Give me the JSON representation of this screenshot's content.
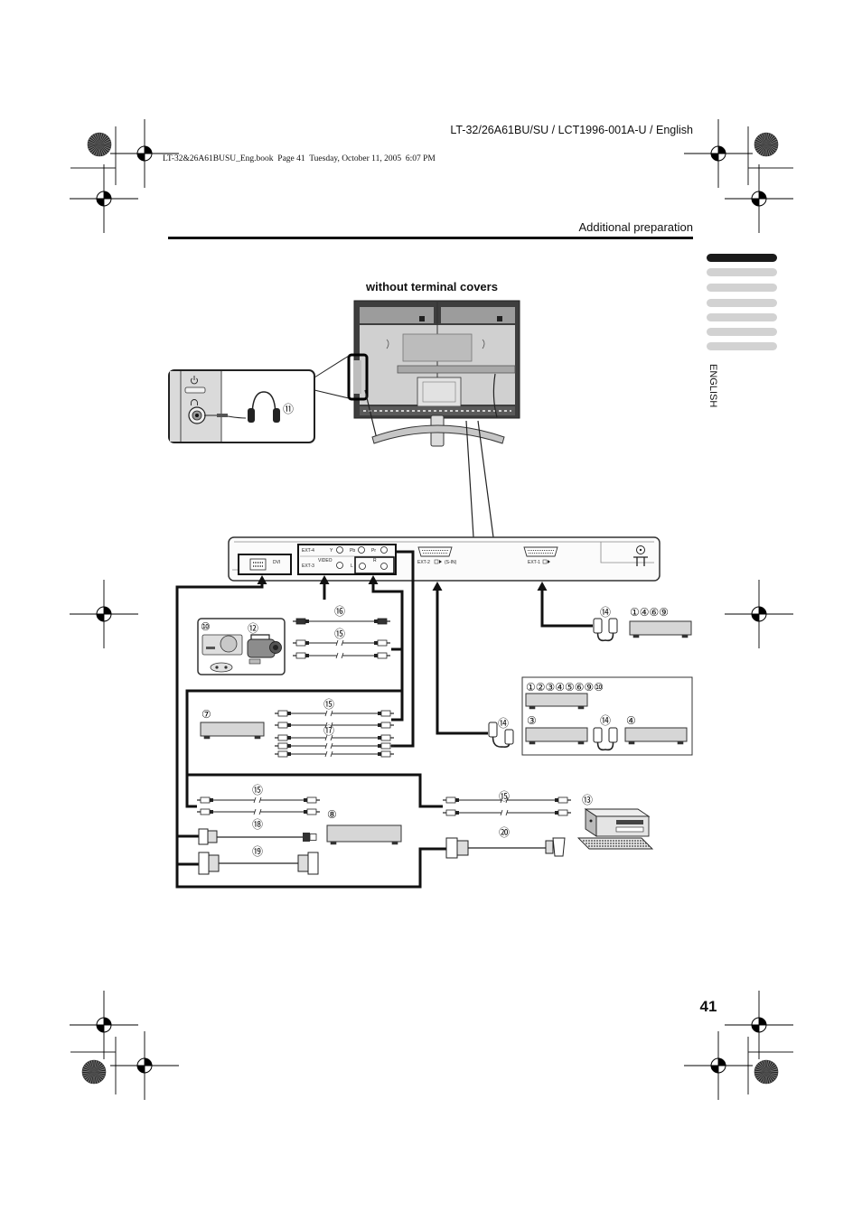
{
  "header": {
    "model_line": "LT-32/26A61BU/SU / LCT1996-001A-U / English",
    "book_info": "LT-32&26A61BUSU_Eng.book  Page 41  Tuesday, October 11, 2005  6:07 PM",
    "section_title": "Additional preparation"
  },
  "side_tab": {
    "language": "ENGLISH"
  },
  "diagram": {
    "tv_back_caption": "without terminal covers",
    "panel": {
      "ext4": "EXT-4",
      "y": "Y",
      "pb": "Pb",
      "pr": "Pr",
      "ext3": "EXT-3",
      "video": "VIDEO",
      "l": "L",
      "r": "R",
      "dvi": "DVI",
      "ext2": "EXT-2",
      "ext2_sub": "(S-IN)",
      "ext1": "EXT-1"
    },
    "labels": {
      "headphones": "⑪",
      "device_10": "⑩",
      "device_12": "⑫",
      "cable_16": "⑯",
      "cable_15_av": "⑮",
      "device_7": "⑦",
      "cable_15_component": "⑮",
      "cable_17": "⑰",
      "cable_14_ext1": "⑭",
      "devices_ext1": "①④⑥⑨",
      "devices_ext2": "①②③④⑤⑥⑨⑩",
      "device_ext2_a": "③",
      "cable_14_between": "⑭",
      "device_ext2_b": "④",
      "cable_14_ext2": "⑭",
      "cable_15_dvd": "⑮",
      "cable_18": "⑱",
      "device_8": "⑧",
      "cable_19": "⑲",
      "cable_15_pc": "⑮",
      "cable_20": "⑳",
      "device_13": "⑬"
    }
  },
  "page_number": "41"
}
